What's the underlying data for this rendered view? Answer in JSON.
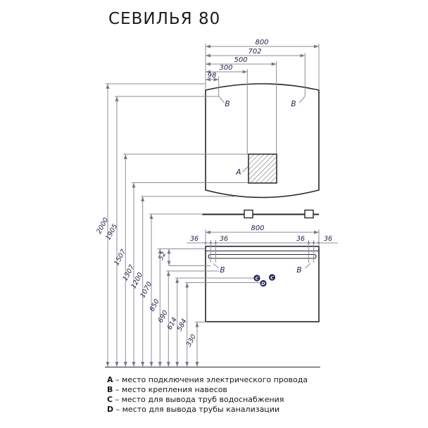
{
  "title": "СЕВИЛЬЯ 80",
  "mirror": {
    "width_dims": [
      "800",
      "702",
      "500",
      "300",
      "98"
    ]
  },
  "heights": [
    "2000",
    "1905",
    "1507",
    "1307",
    "1200",
    "1070",
    "850",
    "690",
    "614",
    "584",
    "330"
  ],
  "cabinet": {
    "width_dim": "800",
    "hole_dims": [
      "36",
      "36",
      "36",
      "36"
    ],
    "rail_dim": "52"
  },
  "markers": {
    "a": "A",
    "b": "B",
    "c": "C",
    "d": "D"
  },
  "legend": {
    "items": [
      {
        "key": "A",
        "text": "– место подключения электрического провода"
      },
      {
        "key": "B",
        "text": "– место крепления навесов"
      },
      {
        "key": "C",
        "text": "– место для вывода труб водоснабжения"
      },
      {
        "key": "D",
        "text": "– место для вывода трубы канализации"
      }
    ]
  },
  "colors": {
    "outline": "#26262b",
    "dimension_line": "#8d8d99",
    "dimension_text": "#1f1f47",
    "marker_fill": "#26265a"
  }
}
